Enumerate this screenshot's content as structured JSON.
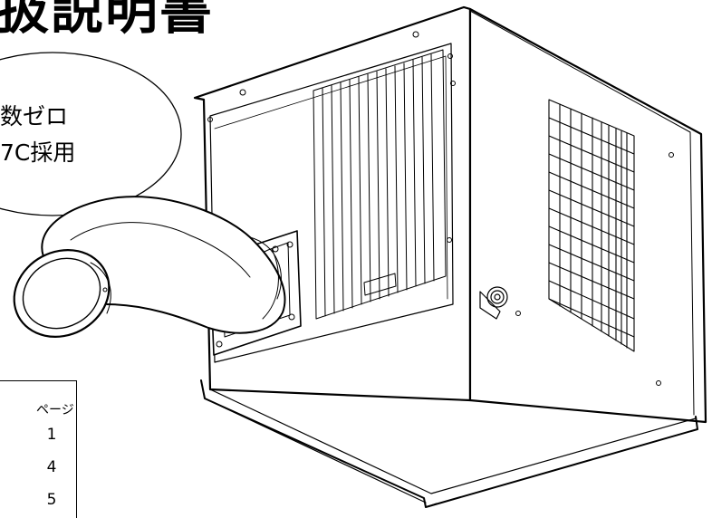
{
  "document": {
    "title_fragment": "扱説明書",
    "callout": {
      "line1": "数ゼロ",
      "line2": "7C採用"
    },
    "toc": {
      "header": "ページ",
      "pages": [
        "1",
        "4",
        "5"
      ]
    }
  },
  "colors": {
    "ink": "#000000",
    "paper": "#ffffff"
  }
}
